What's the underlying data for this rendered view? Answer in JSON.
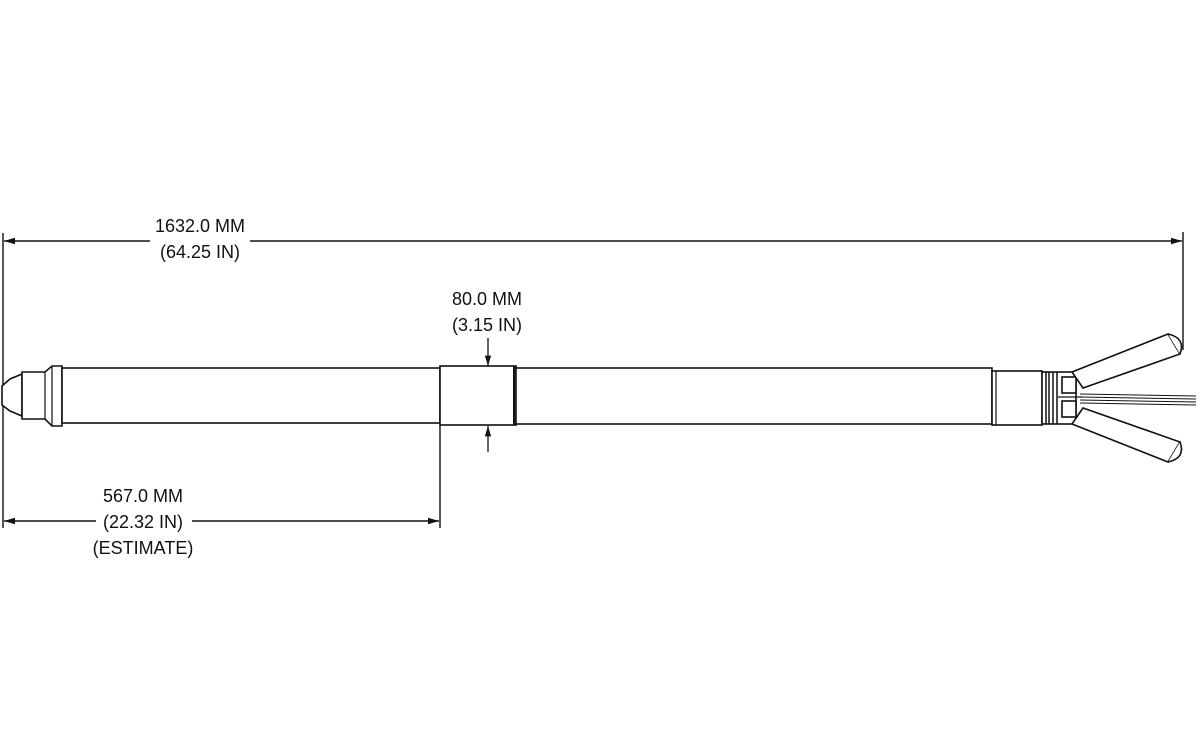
{
  "dimensions": {
    "overall_length": {
      "mm": "1632.0 MM",
      "inch": "(64.25 IN)"
    },
    "diameter": {
      "mm": "80.0 MM",
      "inch": "(3.15 IN)"
    },
    "front_section": {
      "mm": "567.0 MM",
      "inch": "(22.32 IN)",
      "note": "(ESTIMATE)"
    }
  },
  "colors": {
    "line": "#111111",
    "background": "#ffffff"
  }
}
